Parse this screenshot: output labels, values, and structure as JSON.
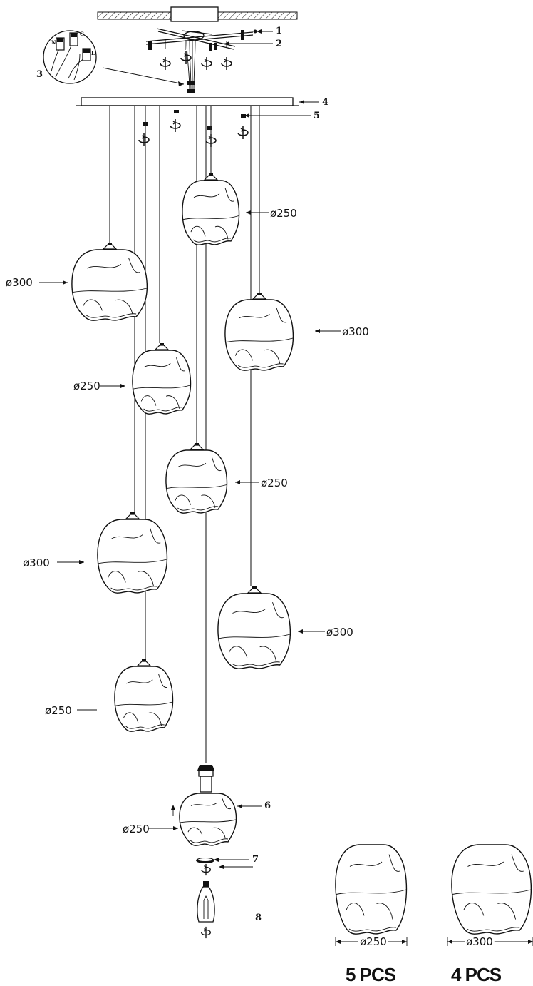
{
  "parts": [
    "1",
    "2",
    "3",
    "4",
    "5",
    "6",
    "7",
    "8"
  ],
  "dims": {
    "d250": "ø250",
    "d300": "ø300"
  },
  "summary": [
    {
      "diameter": "ø250",
      "count": "5 PCS"
    },
    {
      "diameter": "ø300",
      "count": "4 PCS"
    }
  ]
}
